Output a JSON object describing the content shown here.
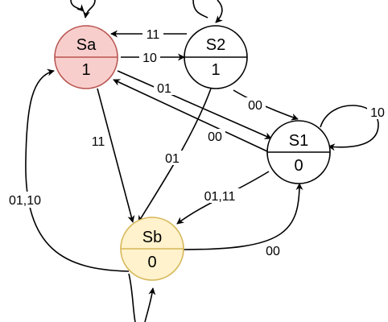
{
  "diagram": {
    "type": "state-machine",
    "states": [
      {
        "id": "Sa",
        "name": "Sa",
        "output": "1",
        "fill": "#f8cecc",
        "stroke": "#b85450"
      },
      {
        "id": "S2",
        "name": "S2",
        "output": "1",
        "fill": "#ffffff",
        "stroke": "#000000"
      },
      {
        "id": "S1",
        "name": "S1",
        "output": "0",
        "fill": "#ffffff",
        "stroke": "#000000"
      },
      {
        "id": "Sb",
        "name": "Sb",
        "output": "0",
        "fill": "#fff2cc",
        "stroke": "#d6b656"
      }
    ],
    "transitions": [
      {
        "id": "t-s2-sa",
        "from": "S2",
        "to": "Sa",
        "label": "11"
      },
      {
        "id": "t-sa-s2",
        "from": "Sa",
        "to": "S2",
        "label": "10"
      },
      {
        "id": "t-sa-s1",
        "from": "Sa",
        "to": "S1",
        "label": "01"
      },
      {
        "id": "t-s1-sa",
        "from": "S1",
        "to": "Sa",
        "label": "00"
      },
      {
        "id": "t-s2-s1",
        "from": "S2",
        "to": "S1",
        "label": "00"
      },
      {
        "id": "t-s1-s1",
        "from": "S1",
        "to": "S1",
        "label": "10"
      },
      {
        "id": "t-sa-sb",
        "from": "Sa",
        "to": "Sb",
        "label": "11"
      },
      {
        "id": "t-s2-sb",
        "from": "S2",
        "to": "Sb",
        "label": "01"
      },
      {
        "id": "t-s1-sb",
        "from": "S1",
        "to": "Sb",
        "label": "01,11"
      },
      {
        "id": "t-sb-sa",
        "from": "Sb",
        "to": "Sa",
        "label": "01,10"
      },
      {
        "id": "t-sb-s1",
        "from": "Sb",
        "to": "S1",
        "label": "00"
      },
      {
        "id": "t-sa-sa",
        "from": "Sa",
        "to": "Sa",
        "label": ""
      },
      {
        "id": "t-s2-s2",
        "from": "S2",
        "to": "S2",
        "label": ""
      },
      {
        "id": "t-sb-sb",
        "from": "Sb",
        "to": "Sb",
        "label": ""
      }
    ]
  }
}
